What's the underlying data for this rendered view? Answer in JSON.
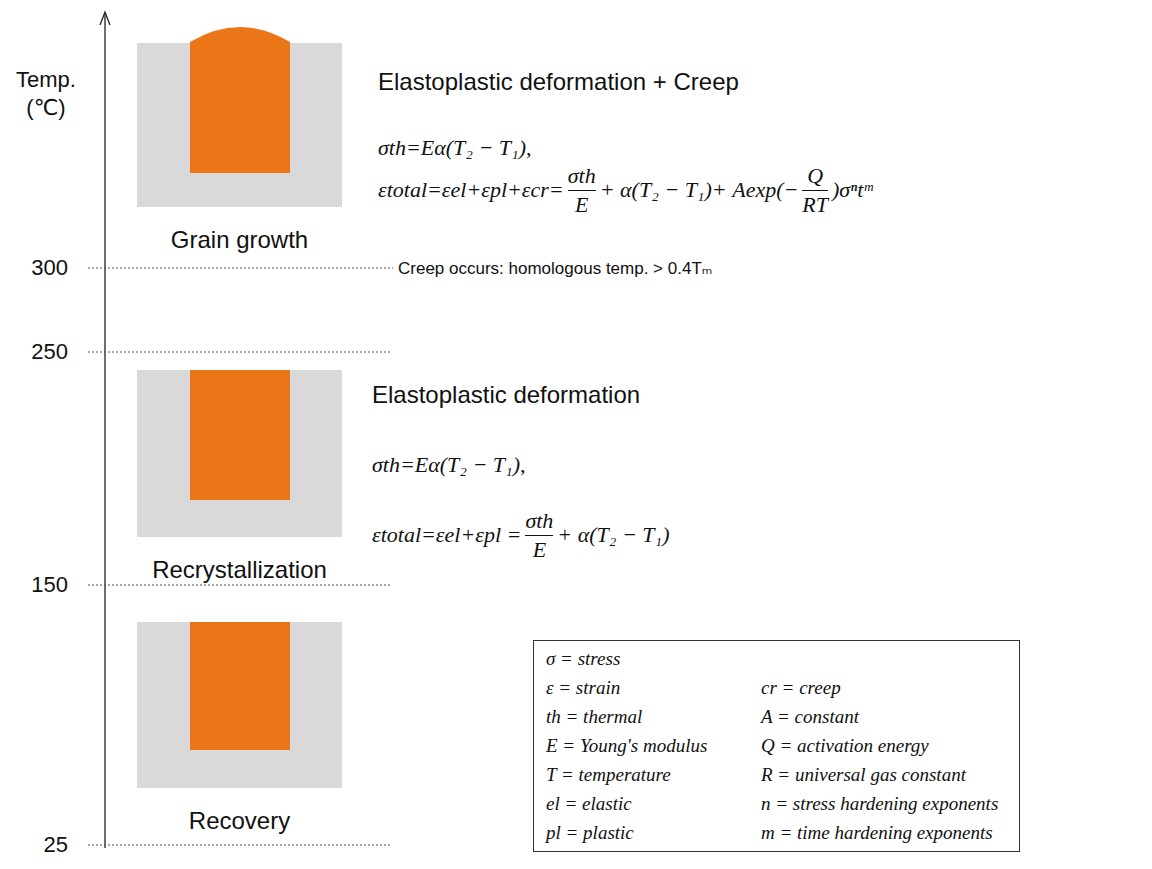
{
  "diagram": {
    "nodes": [
      {
        "text": [
          "Grain growth"
        ]
      },
      {
        "text": [
          "Recrystallization"
        ]
      },
      {
        "text": [
          "Recovery"
        ]
      },
      {
        "text": [
          "σ = stress",
          "ε = strain",
          "cr = creep",
          "th = thermal",
          "A = constant",
          "E = Young's modulus",
          "Q = activation energy",
          "T = temperature",
          "R = universal gas constant",
          "el = elastic",
          "n = stress hardening exponents",
          "pl = plastic",
          "m = time hardening exponents"
        ]
      }
    ],
    "labels": [
      "Temp.",
      "(℃)",
      "300",
      "250",
      "150",
      "25",
      "Elastoplastic deformation + Creep",
      "σth=Eα(T₂ − T₁),",
      "εtotal=εel+εpl+εcr=",
      "σth",
      "E",
      "+ α(T₂ − T₁)+ Aexp(−",
      "Q",
      "RT",
      ")σⁿtᵐ",
      "Creep occurs: homologous temp. > 0.4Tₘ",
      "Elastoplastic deformation",
      "σth=Eα(T₂ − T₁),",
      "εtotal=εel+εpl =",
      "σth",
      "E",
      "+ α(T₂ − T₁)"
    ]
  }
}
